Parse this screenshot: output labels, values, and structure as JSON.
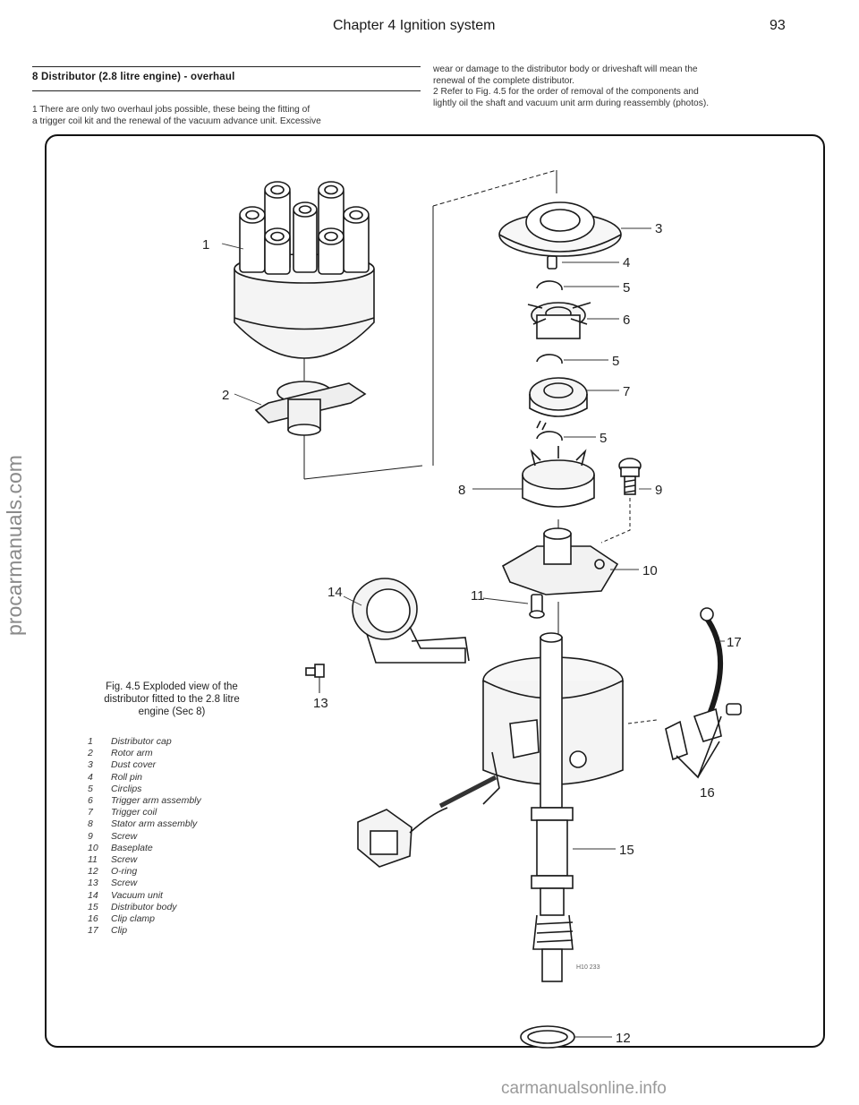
{
  "header": {
    "chapter_title": "Chapter 4 Ignition system",
    "page_number": "93"
  },
  "section": {
    "heading": "8 Distributor (2.8 litre engine) - overhaul"
  },
  "text": {
    "col1_line1": "1 There are only two overhaul jobs possible, these being the fitting of",
    "col1_line2": "a trigger coil kit and the renewal of the vacuum advance unit. Excessive",
    "col2_line1": "wear or damage to the distributor body or driveshaft will mean the",
    "col2_line2": "renewal of the complete distributor.",
    "col2_line3": "2 Refer to Fig. 4.5 for the order of removal of the components and",
    "col2_line4": "lightly oil the shaft and vacuum unit arm during reassembly (photos)."
  },
  "figure": {
    "caption_line1": "Fig. 4.5 Exploded view of the",
    "caption_line2": "distributor fitted to the 2.8 litre",
    "caption_line3": "engine (Sec 8)",
    "legend": [
      {
        "num": "1",
        "label": "Distributor cap"
      },
      {
        "num": "2",
        "label": "Rotor arm"
      },
      {
        "num": "3",
        "label": "Dust cover"
      },
      {
        "num": "4",
        "label": "Roll pin"
      },
      {
        "num": "5",
        "label": "Circlips"
      },
      {
        "num": "6",
        "label": "Trigger arm assembly"
      },
      {
        "num": "7",
        "label": "Trigger coil"
      },
      {
        "num": "8",
        "label": "Stator arm assembly"
      },
      {
        "num": "9",
        "label": "Screw"
      },
      {
        "num": "10",
        "label": "Baseplate"
      },
      {
        "num": "11",
        "label": "Screw"
      },
      {
        "num": "12",
        "label": "O-ring"
      },
      {
        "num": "13",
        "label": "Screw"
      },
      {
        "num": "14",
        "label": "Vacuum unit"
      },
      {
        "num": "15",
        "label": "Distributor body"
      },
      {
        "num": "16",
        "label": "Clip clamp"
      },
      {
        "num": "17",
        "label": "Clip"
      }
    ],
    "part_labels": {
      "p1": "1",
      "p2": "2",
      "p3": "3",
      "p4": "4",
      "p5a": "5",
      "p6": "6",
      "p5b": "5",
      "p7": "7",
      "p5c": "5",
      "p8": "8",
      "p9": "9",
      "p10": "10",
      "p11": "11",
      "p13": "13",
      "p14": "14",
      "p15": "15",
      "p16": "16",
      "p17": "17",
      "p12": "12"
    },
    "drawing_code": "H10 233"
  },
  "watermarks": {
    "side": "procarmanuals.com",
    "bottom": "carmanualsonline.info"
  }
}
